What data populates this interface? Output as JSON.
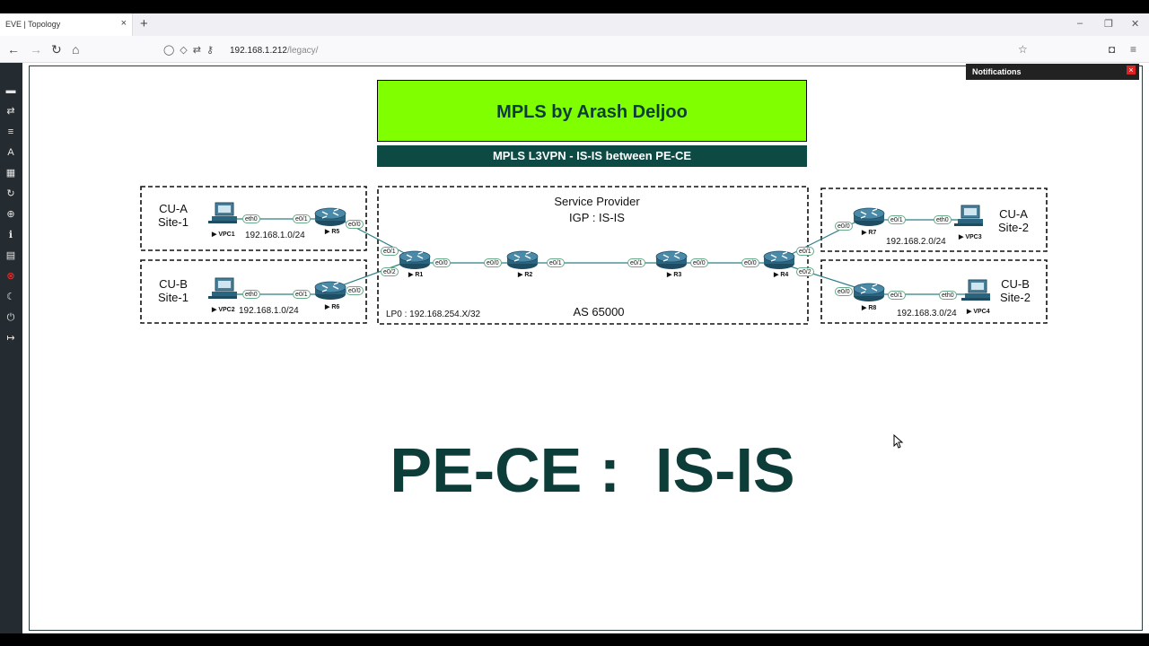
{
  "browser": {
    "tab_title": "EVE | Topology",
    "tab_close": "×",
    "new_tab": "+",
    "url_host": "192.168.1.212",
    "url_path": "/legacy/",
    "window_controls": [
      "–",
      "❐",
      "✕"
    ]
  },
  "notifications": {
    "title": "Notifications",
    "close": "×"
  },
  "topology": {
    "title": "MPLS by Arash Deljoo",
    "subtitle": "MPLS L3VPN - IS-IS between PE-CE",
    "big_caption": "PE-CE :  IS-IS",
    "service_provider": "Service Provider",
    "igp": "IGP :  IS-IS",
    "as_label": "AS 65000",
    "lp0": "LP0 : 192.168.254.X/32",
    "sites": {
      "cua1": [
        "CU-A",
        "Site-1"
      ],
      "cub1": [
        "CU-B",
        "Site-1"
      ],
      "cua2": [
        "CU-A",
        "Site-2"
      ],
      "cub2": [
        "CU-B",
        "Site-2"
      ]
    },
    "subnets": {
      "a1": "192.168.1.0/24",
      "b1": "192.168.1.0/24",
      "a2": "192.168.2.0/24",
      "b2": "192.168.3.0/24"
    },
    "devices": {
      "vpc1": "VPC1",
      "vpc2": "VPC2",
      "vpc3": "VPC3",
      "vpc4": "VPC4",
      "r1": "R1",
      "r2": "R2",
      "r3": "R3",
      "r4": "R4",
      "r5": "R5",
      "r6": "R6",
      "r7": "R7",
      "r8": "R8"
    },
    "interfaces": {
      "eth0": "eth0",
      "e01": "e0/1",
      "e00": "e0/0",
      "e02": "e0/2"
    }
  },
  "colors": {
    "title_bg": "#7fff00",
    "subtitle_bg": "#0e4a44",
    "text_dark": "#0d3d38",
    "sidebar_bg": "#252c31",
    "link": "#2f7f86"
  },
  "sidebar_icons": [
    "node-icon",
    "transfer-icon",
    "list-icon",
    "text-icon",
    "grid-icon",
    "refresh-icon",
    "zoom-icon",
    "info-icon",
    "document-icon",
    "stop-icon",
    "moon-icon",
    "power-icon",
    "logout-icon"
  ]
}
